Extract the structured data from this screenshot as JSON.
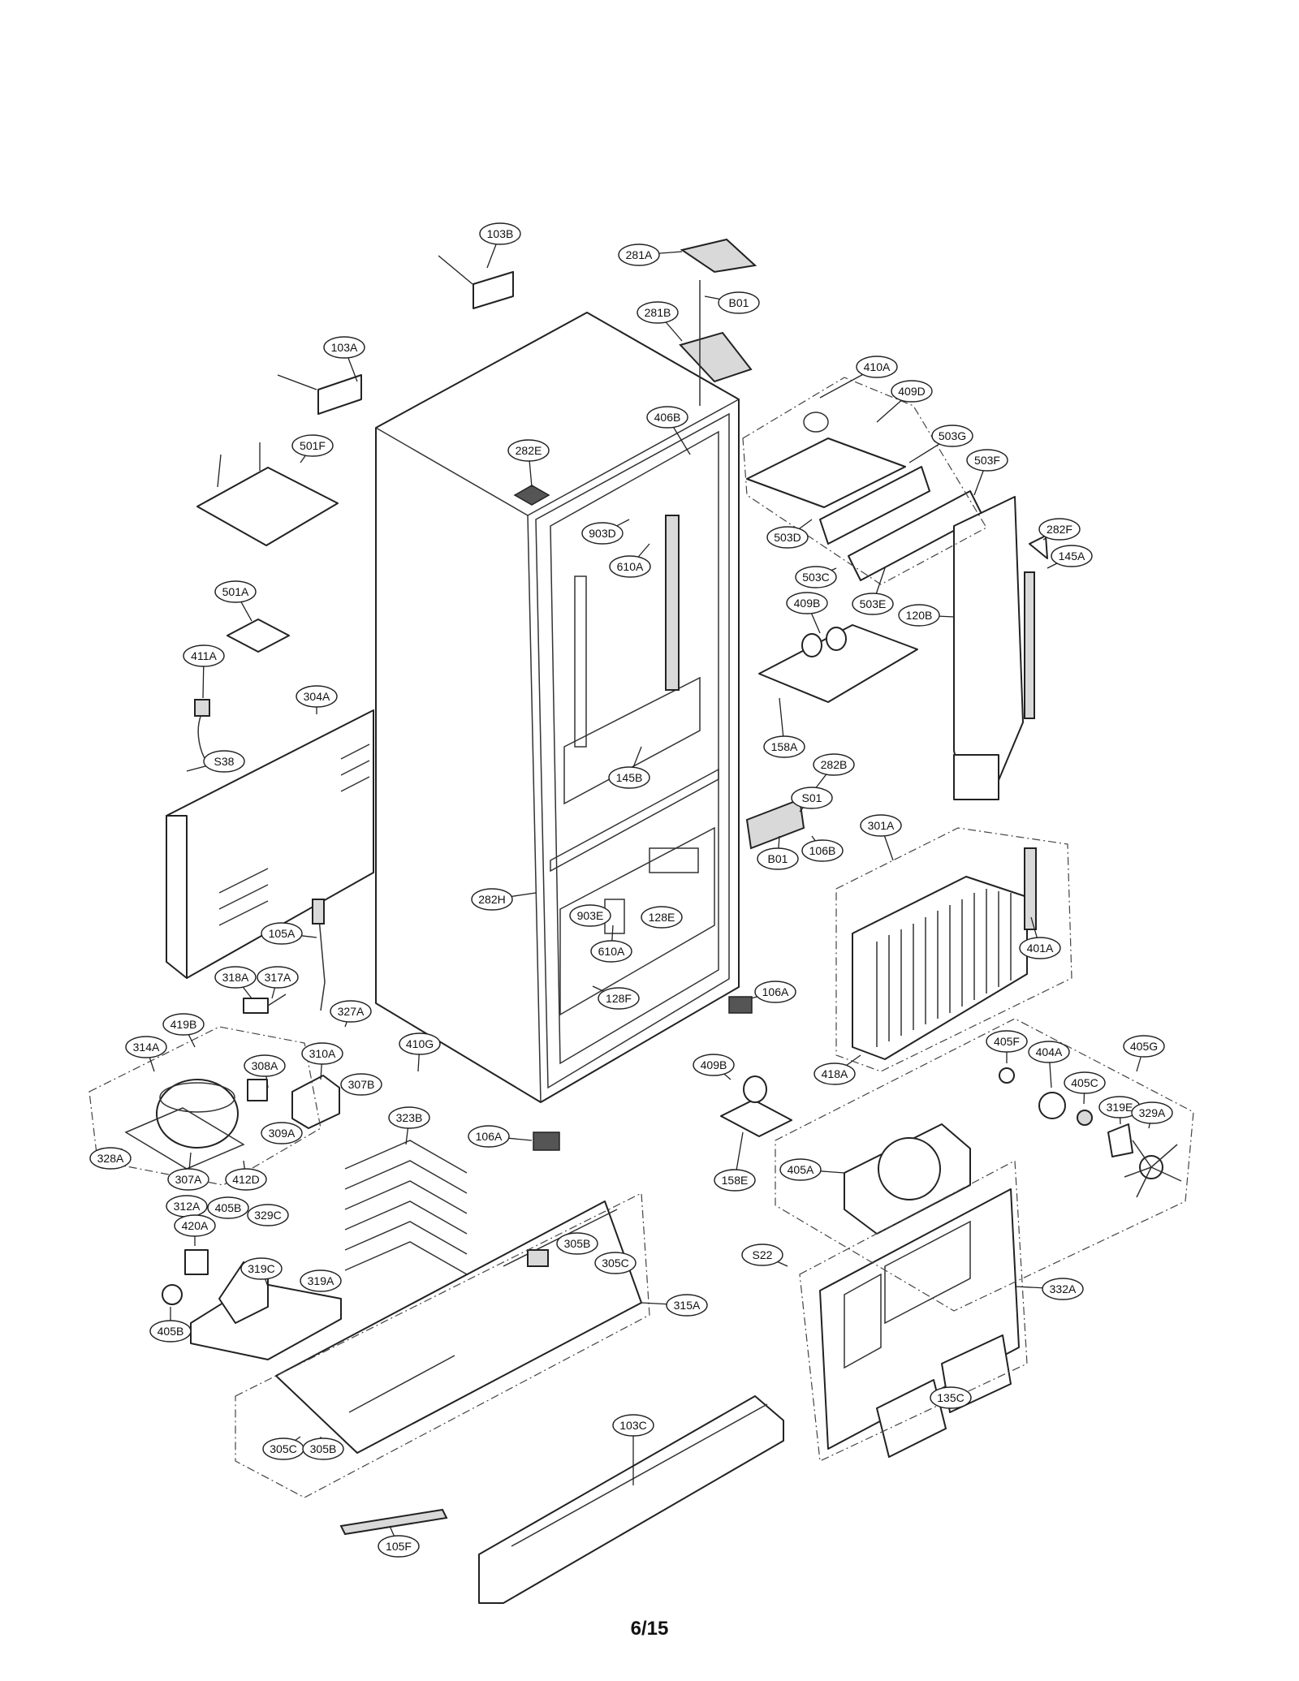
{
  "page_number": "6/15",
  "callouts": [
    {
      "id": "103B"
    },
    {
      "id": "281A"
    },
    {
      "id": "B01"
    },
    {
      "id": "281B"
    },
    {
      "id": "103A"
    },
    {
      "id": "410A"
    },
    {
      "id": "409D"
    },
    {
      "id": "406B"
    },
    {
      "id": "503G"
    },
    {
      "id": "282E"
    },
    {
      "id": "501F"
    },
    {
      "id": "503F"
    },
    {
      "id": "903D"
    },
    {
      "id": "503D"
    },
    {
      "id": "282F"
    },
    {
      "id": "610A"
    },
    {
      "id": "145A"
    },
    {
      "id": "503C"
    },
    {
      "id": "501A"
    },
    {
      "id": "409B"
    },
    {
      "id": "503E"
    },
    {
      "id": "120B"
    },
    {
      "id": "411A"
    },
    {
      "id": "304A"
    },
    {
      "id": "158A"
    },
    {
      "id": "145B"
    },
    {
      "id": "S38"
    },
    {
      "id": "282B"
    },
    {
      "id": "S01"
    },
    {
      "id": "301A"
    },
    {
      "id": "B01"
    },
    {
      "id": "106B"
    },
    {
      "id": "282H"
    },
    {
      "id": "128E"
    },
    {
      "id": "903E"
    },
    {
      "id": "105A"
    },
    {
      "id": "610A"
    },
    {
      "id": "401A"
    },
    {
      "id": "318A"
    },
    {
      "id": "317A"
    },
    {
      "id": "128F"
    },
    {
      "id": "106A"
    },
    {
      "id": "327A"
    },
    {
      "id": "418A"
    },
    {
      "id": "419B"
    },
    {
      "id": "314A"
    },
    {
      "id": "410G"
    },
    {
      "id": "310A"
    },
    {
      "id": "405F"
    },
    {
      "id": "405G"
    },
    {
      "id": "308A"
    },
    {
      "id": "307B"
    },
    {
      "id": "404A"
    },
    {
      "id": "409B"
    },
    {
      "id": "405C"
    },
    {
      "id": "319E"
    },
    {
      "id": "323B"
    },
    {
      "id": "329A"
    },
    {
      "id": "309A"
    },
    {
      "id": "106A"
    },
    {
      "id": "328A"
    },
    {
      "id": "307A"
    },
    {
      "id": "412D"
    },
    {
      "id": "158E"
    },
    {
      "id": "405A"
    },
    {
      "id": "312A"
    },
    {
      "id": "405B"
    },
    {
      "id": "329C"
    },
    {
      "id": "420A"
    },
    {
      "id": "305B"
    },
    {
      "id": "305C"
    },
    {
      "id": "S22"
    },
    {
      "id": "319C"
    },
    {
      "id": "319A"
    },
    {
      "id": "332A"
    },
    {
      "id": "405B"
    },
    {
      "id": "315A"
    },
    {
      "id": "135C"
    },
    {
      "id": "305C"
    },
    {
      "id": "305B"
    },
    {
      "id": "103C"
    },
    {
      "id": "105F"
    }
  ]
}
